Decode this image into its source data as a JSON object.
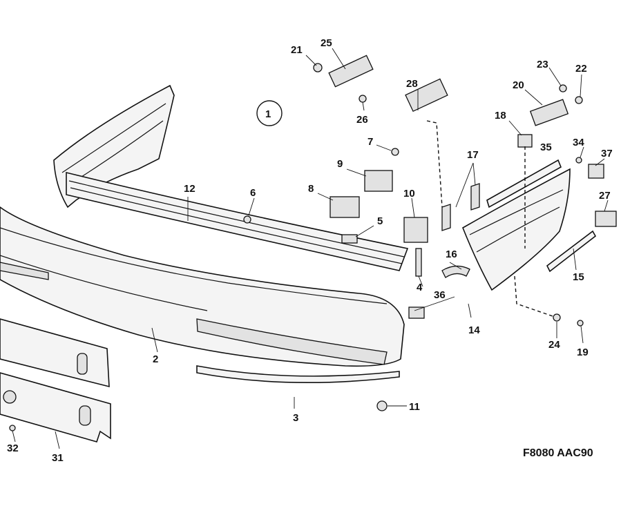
{
  "diagram": {
    "figure_code": "F8080 AAC90",
    "callout": "1",
    "part_labels": [
      "2",
      "3",
      "4",
      "5",
      "6",
      "7",
      "8",
      "9",
      "10",
      "11",
      "12",
      "14",
      "15",
      "16",
      "17",
      "18",
      "19",
      "20",
      "21",
      "22",
      "23",
      "24",
      "25",
      "26",
      "27",
      "28",
      "31",
      "32",
      "34",
      "35",
      "36",
      "37"
    ]
  }
}
